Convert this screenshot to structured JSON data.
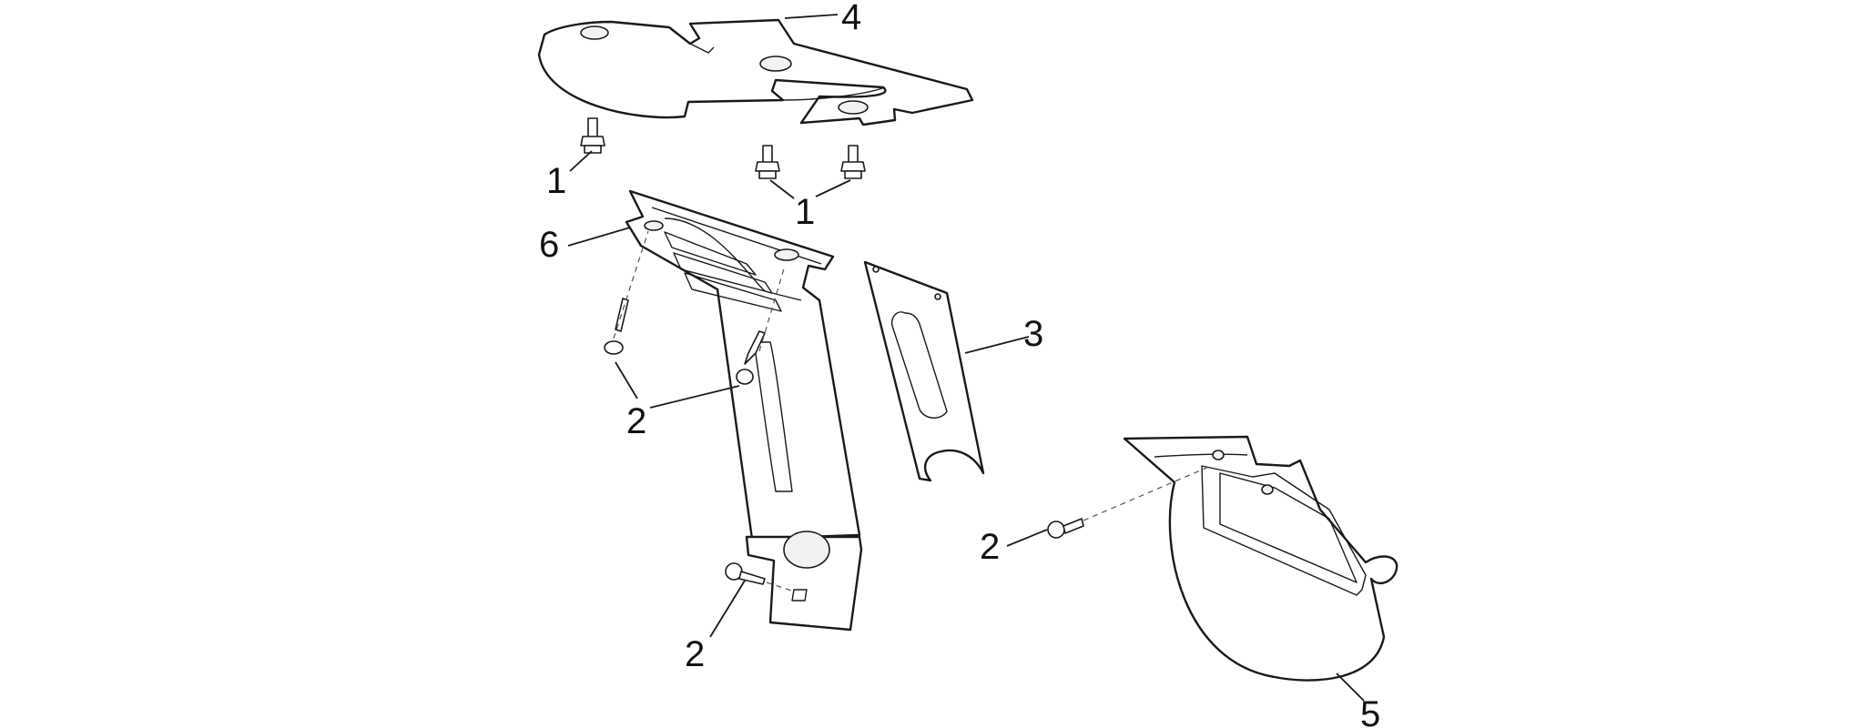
{
  "callouts": {
    "c1a": "1",
    "c1b": "1",
    "c2a": "2",
    "c2b": "2",
    "c2c": "2",
    "c3": "3",
    "c4": "4",
    "c5": "5",
    "c6": "6"
  }
}
